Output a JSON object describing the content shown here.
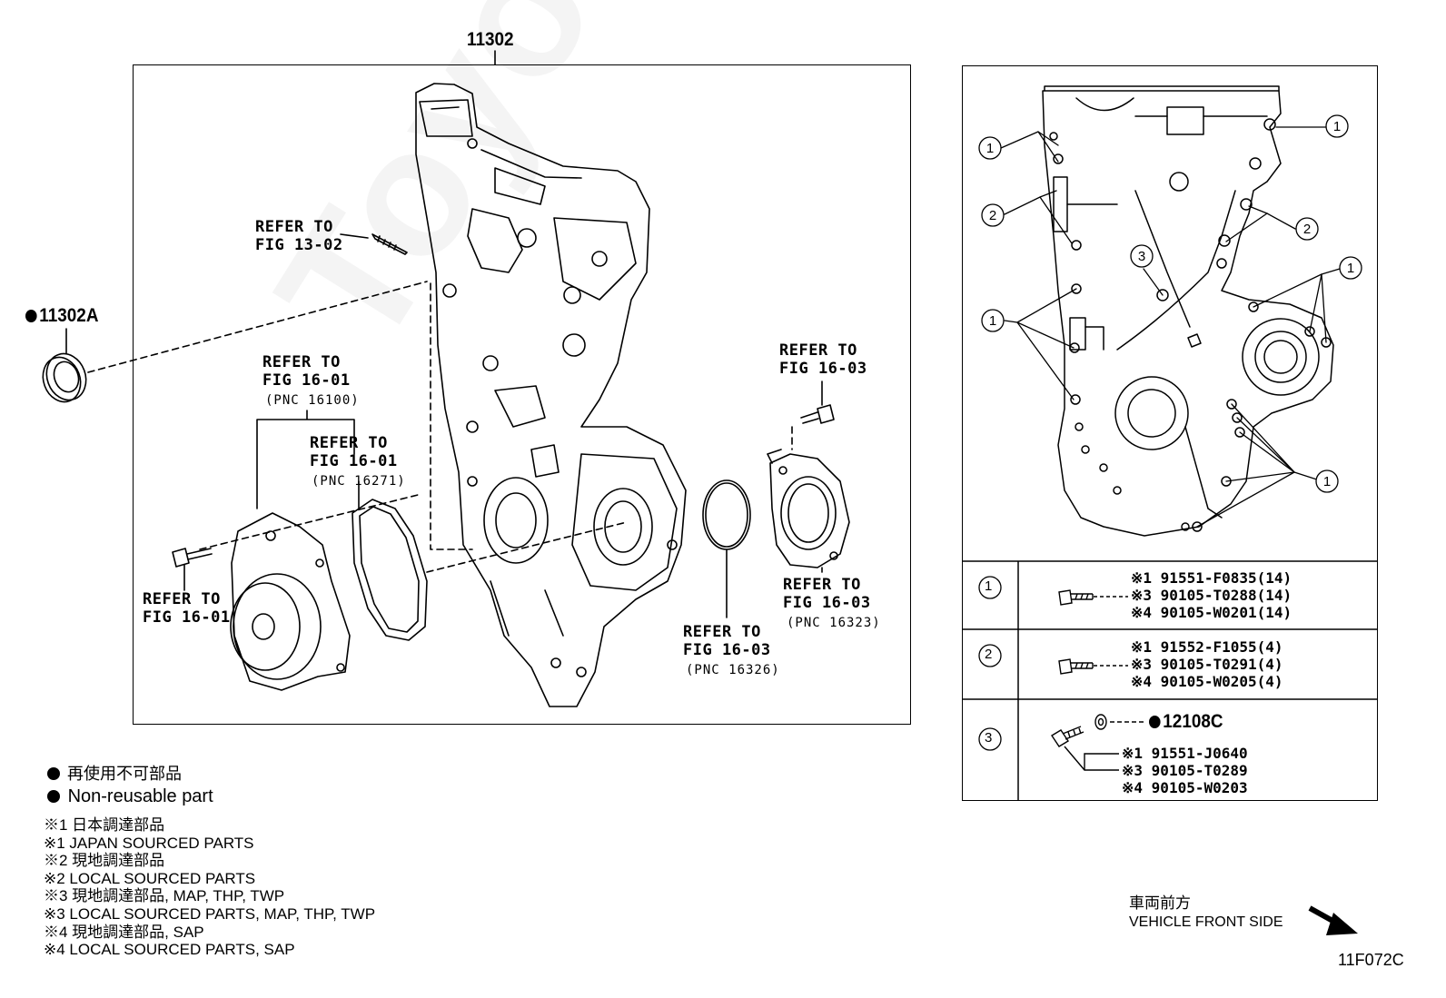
{
  "main_part": {
    "number": "11302"
  },
  "seal_part": {
    "number": "11302A"
  },
  "refs": {
    "stud": [
      "REFER TO",
      "FIG 13-02"
    ],
    "pump_assy": [
      "REFER TO",
      "FIG 16-01"
    ],
    "pump_assy_pnc": "(PNC 16100)",
    "gasket": [
      "REFER TO",
      "FIG 16-01"
    ],
    "gasket_pnc": "(PNC 16271)",
    "pump_bolt": [
      "REFER TO",
      "FIG 16-01"
    ],
    "inlet_bolt": [
      "REFER TO",
      "FIG 16-03"
    ],
    "inlet": [
      "REFER TO",
      "FIG 16-03"
    ],
    "inlet_pnc": "(PNC 16323)",
    "oring": [
      "REFER TO",
      "FIG 16-03"
    ],
    "oring_pnc": "(PNC 16326)"
  },
  "bolt_table": [
    {
      "id": "1",
      "lines": [
        "※1 91551-F0835(14)",
        "※3 90105-T0288(14)",
        "※4 90105-W0201(14)"
      ]
    },
    {
      "id": "2",
      "lines": [
        "※1 91552-F1055(4)",
        "※3 90105-T0291(4)",
        "※4 90105-W0205(4)"
      ]
    },
    {
      "id": "3",
      "washer_part": "12108C",
      "lines": [
        "※1 91551-J0640",
        "※3 90105-T0289",
        "※4 90105-W0203"
      ]
    }
  ],
  "legend": {
    "non_reusable_jp": "再使用不可部品",
    "non_reusable_en": "Non-reusable part",
    "notes": [
      "※1  日本調達部品",
      "※1  JAPAN SOURCED PARTS",
      "※2  現地調達部品",
      "※2  LOCAL SOURCED PARTS",
      "※3  現地調達部品, MAP, THP, TWP",
      "※3  LOCAL SOURCED PARTS, MAP, THP, TWP",
      "※4  現地調達部品, SAP",
      "※4  LOCAL SOURCED PARTS, SAP"
    ]
  },
  "front": {
    "jp": "車両前方",
    "en": "VEHICLE FRONT SIDE"
  },
  "figure_code": "11F072C",
  "watermark": "ToyotaWinner.ru"
}
